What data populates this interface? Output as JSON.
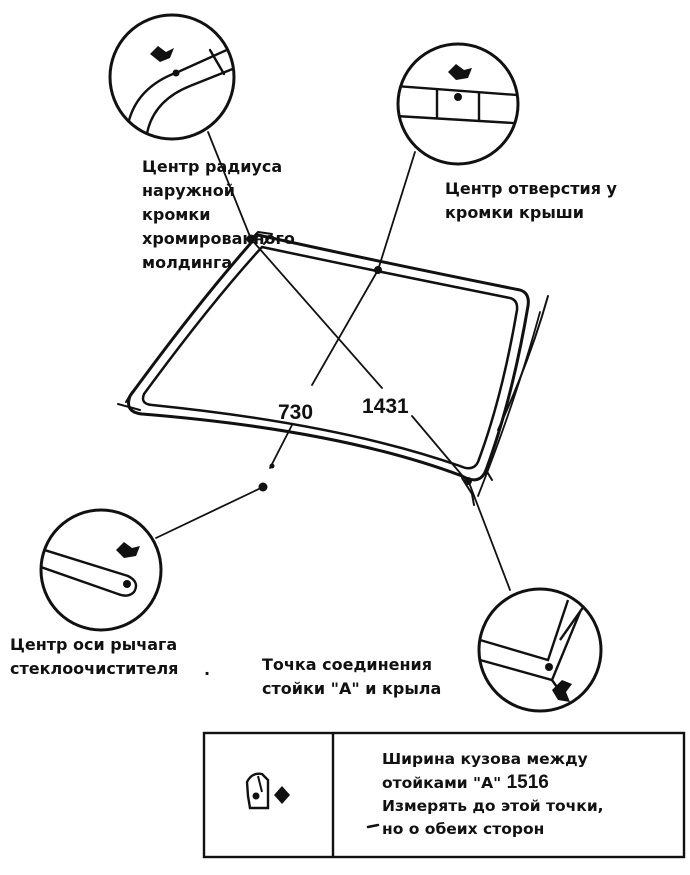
{
  "labels": {
    "molding": [
      "Центр радиуса",
      "наружной",
      "кромки",
      "хромированного",
      "молдинга"
    ],
    "roof_hole": [
      "Центр отверстия у",
      "кромки крыши"
    ],
    "wiper": [
      "Центр оси рычага",
      "стеклоочистителя"
    ],
    "pillar": [
      "Точка соединения",
      "стойки \"А\" и крыла"
    ]
  },
  "dimensions": {
    "short": "730",
    "long": "1431"
  },
  "legend": {
    "line1": "Ширина кузова между",
    "line2_text": "отойками \"А\"",
    "line2_value": "1516",
    "line3": "Измерять до этой точки,",
    "line4": "но о обеих сторон"
  }
}
